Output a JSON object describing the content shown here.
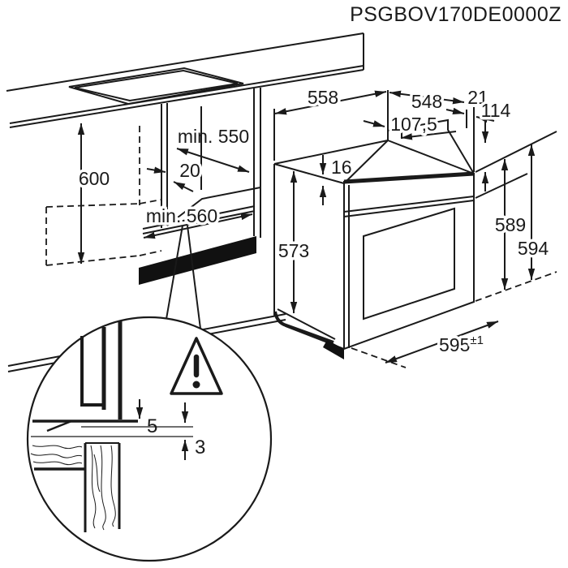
{
  "title": "PSGBOV170DE0000Z",
  "dims": {
    "cabinet_height": "600",
    "niche_depth_min": "min. 550",
    "rear_gap": "20",
    "niche_width_min": "min. 560",
    "oven_total_depth": "558",
    "oven_body_depth": "548",
    "front_overhang": "21",
    "top_step_depth": "107,5",
    "top_step_height": "16",
    "control_panel_height": "114",
    "body_height": "573",
    "body_front_height": "589",
    "total_height": "594",
    "front_width": "595",
    "front_width_tol": "±1",
    "top_clearance": "5",
    "bottom_clearance": "3"
  },
  "icons": {
    "warning": "exclamation-triangle"
  },
  "colors": {
    "line": "#1a1a1a",
    "background": "#ffffff",
    "plinth": "#111111"
  }
}
